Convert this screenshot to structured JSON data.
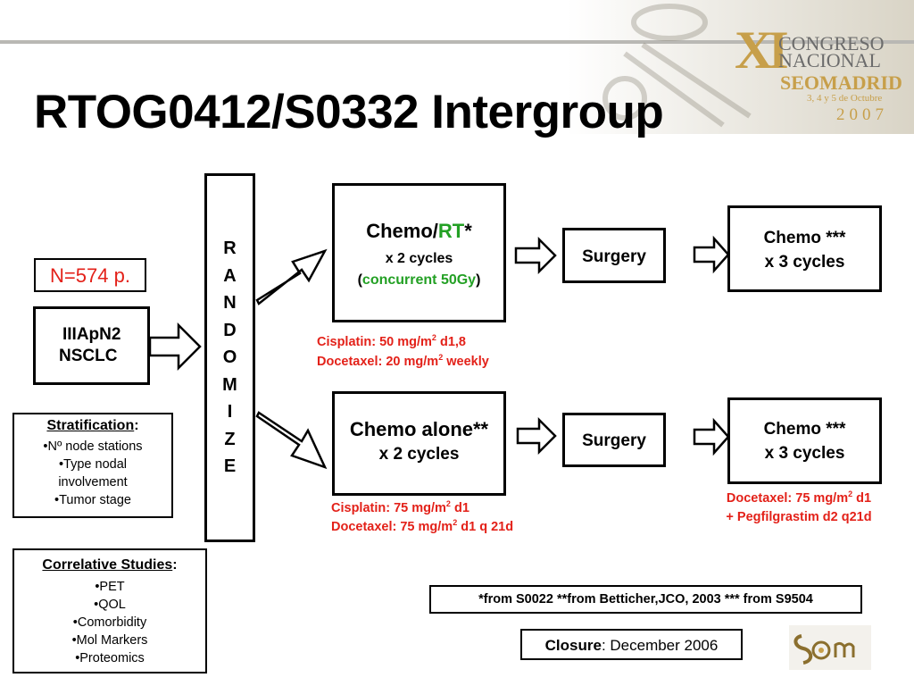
{
  "header": {
    "title": "RTOG0412/S0332 Intergroup",
    "logo_xi": "XI",
    "logo_line1": "CONGRESO",
    "logo_line2": "NACIONAL",
    "logo_line3": "SEOMADRID",
    "logo_line4": "3, 4 y 5 de Octubre",
    "logo_line5": "2007"
  },
  "n_label": "N=574 p.",
  "patient_box": {
    "line1": "IIIApN2",
    "line2": "NSCLC"
  },
  "randomize": [
    "R",
    "A",
    "N",
    "D",
    "O",
    "M",
    "I",
    "Z",
    "E"
  ],
  "arm1": {
    "chemo_prefix": "Chemo/",
    "chemo_rt": "RT",
    "chemo_suffix": "*",
    "cycles": "x 2 cycles",
    "paren_open": "(",
    "concurrent": "concurrent 50Gy",
    "paren_close": ")",
    "drug1": "Cisplatin:  50 mg/m",
    "drug1_sup": "2",
    "drug1_tail": " d1,8",
    "drug2": "Docetaxel: 20 mg/m",
    "drug2_sup": "2",
    "drug2_tail": " weekly",
    "surgery": "Surgery",
    "post_chemo": "Chemo ***",
    "post_cycles": "x 3 cycles"
  },
  "arm2": {
    "chemo": "Chemo alone**",
    "cycles": "x 2 cycles",
    "drug1": "Cisplatin:   75 mg/m",
    "drug1_sup": "2",
    "drug1_tail": " d1",
    "drug2": "Docetaxel: 75 mg/m",
    "drug2_sup": "2",
    "drug2_tail": " d1 q 21d",
    "surgery": "Surgery",
    "post_chemo": "Chemo ***",
    "post_cycles": "x 3 cycles",
    "post_drug1": "Docetaxel: 75 mg/m",
    "post_drug1_sup": "2",
    "post_drug1_tail": " d1",
    "post_drug2": "+ Pegfilgrastim d2 q21d"
  },
  "stratification": {
    "heading": "Stratification",
    "colon": ":",
    "items": [
      "•Nº node stations",
      "•Type nodal",
      "involvement",
      "•Tumor stage"
    ]
  },
  "correlative": {
    "heading": "Correlative Studies",
    "colon": ":",
    "items": [
      "•PET",
      "•QOL",
      "•Comorbidity",
      "•Mol Markers",
      "•Proteomics"
    ]
  },
  "footnote": "*from S0022  **from Betticher,JCO, 2003  *** from S9504",
  "closure": {
    "label": "Closure",
    "value": ": December 2006"
  },
  "colors": {
    "red": "#e32119",
    "green": "#23a024",
    "gold": "#c79f4a"
  }
}
